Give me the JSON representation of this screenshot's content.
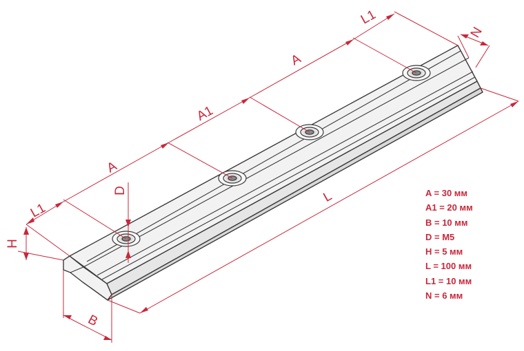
{
  "colors": {
    "dimension": "#c9273a",
    "outline": "#3a3a3a",
    "body": "#f2f2f2",
    "background": "#ffffff"
  },
  "dimension_labels": {
    "a_upper": "A",
    "a_lower": "A",
    "a1": "A1",
    "l1_upper": "L1",
    "l1_lower": "L1",
    "n": "N",
    "d": "D",
    "h": "H",
    "l": "L",
    "b": "B"
  },
  "specs": [
    "A = 30 мм",
    "A1 = 20 мм",
    "B = 10 мм",
    "D = M5",
    "H = 5 мм",
    "L = 100 мм",
    "L1 = 10 мм",
    "N = 6 мм"
  ]
}
